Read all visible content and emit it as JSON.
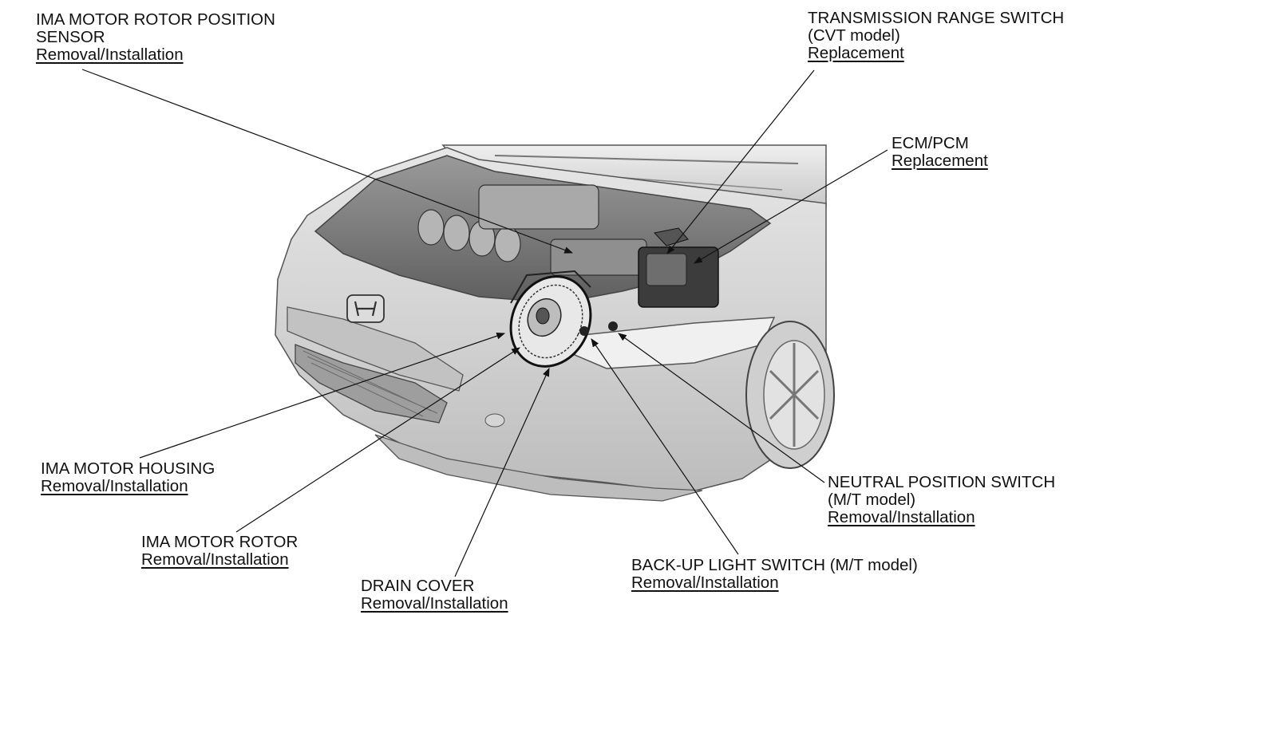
{
  "callouts": {
    "rotor_position_sensor": {
      "line1": "IMA MOTOR ROTOR POSITION",
      "line2": "SENSOR",
      "link": "Removal/Installation"
    },
    "transmission_range_switch": {
      "line1": "TRANSMISSION RANGE SWITCH",
      "line2": "(CVT model)",
      "link": "Replacement"
    },
    "ecm_pcm": {
      "line1": "ECM/PCM",
      "link": "Replacement"
    },
    "motor_housing": {
      "line1": "IMA MOTOR HOUSING",
      "link": "Removal/Installation"
    },
    "motor_rotor": {
      "line1": "IMA MOTOR ROTOR",
      "link": "Removal/Installation"
    },
    "drain_cover": {
      "line1": "DRAIN COVER",
      "link": "Removal/Installation"
    },
    "backup_light_switch": {
      "line1": "BACK-UP LIGHT SWITCH (M/T model)",
      "link": "Removal/Installation"
    },
    "neutral_position_switch": {
      "line1": "NEUTRAL POSITION SWITCH",
      "line2": "(M/T model)",
      "link": "Removal/Installation"
    }
  },
  "colors": {
    "text": "#111111",
    "leader": "#111111",
    "car_body": "#d9d9d9",
    "engine_bay": "#7a7a7a"
  }
}
